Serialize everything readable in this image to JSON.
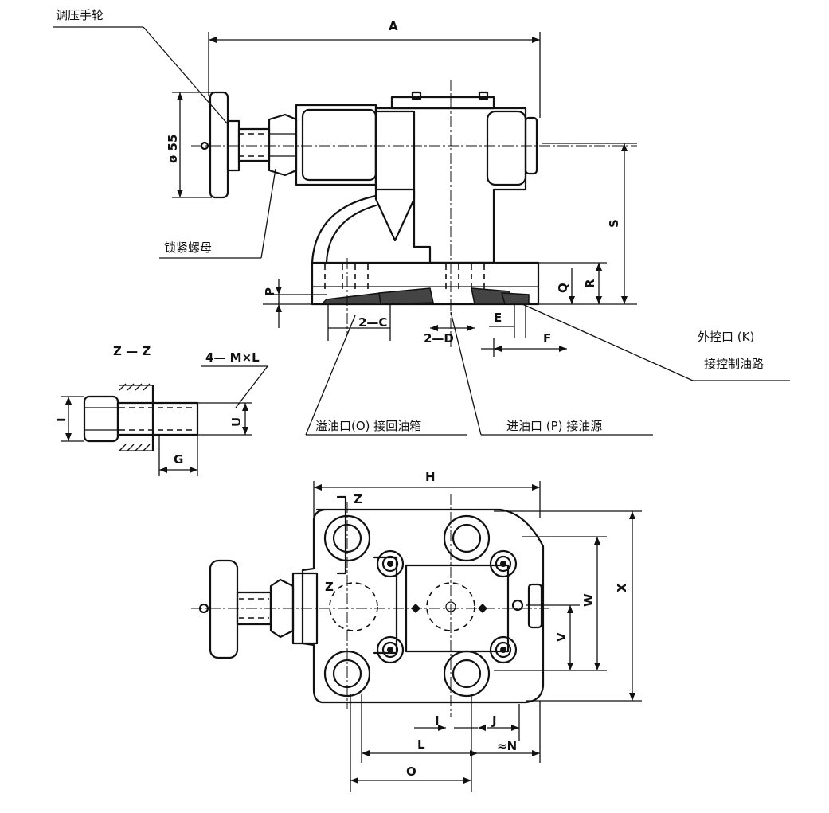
{
  "labels": {
    "handwheel": "调压手轮",
    "locknut": "锁紧螺母",
    "dia55": "ø 55",
    "overflow_port": "溢油口(O) 接回油箱",
    "inlet_port": "进油口 (P) 接油源",
    "ext_control_1": "外控口 (K)",
    "ext_control_2": "接控制油路",
    "section": "Z — Z",
    "bolt": "4— M×L",
    "twoC": "2—C",
    "twoD": "2—D"
  },
  "dims": {
    "A": "A",
    "S": "S",
    "R": "R",
    "Q": "Q",
    "P": "P",
    "E": "E",
    "F": "F",
    "I_side": "I",
    "U": "U",
    "G": "G",
    "H": "H",
    "X": "X",
    "W": "W",
    "V": "V",
    "I": "I",
    "J": "J",
    "L": "L",
    "N": "≈N",
    "O": "O",
    "Z1": "Z",
    "Z2": "Z"
  }
}
